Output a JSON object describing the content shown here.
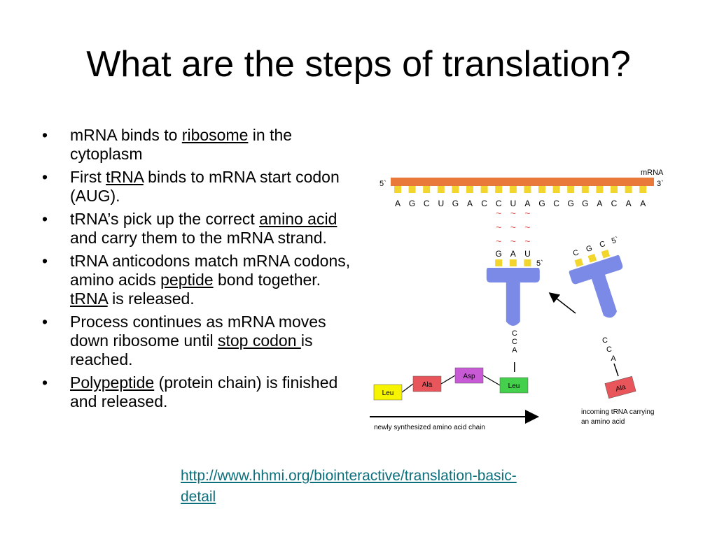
{
  "title": "What are the steps of translation?",
  "bullets": [
    {
      "parts": [
        {
          "text": "mRNA binds to ",
          "u": false
        },
        {
          "text": "ribosome",
          "u": true
        },
        {
          "text": " in the cytoplasm",
          "u": false
        }
      ]
    },
    {
      "parts": [
        {
          "text": "First ",
          "u": false
        },
        {
          "text": "tRNA",
          "u": true
        },
        {
          "text": " binds to mRNA start codon (AUG).",
          "u": false
        }
      ]
    },
    {
      "parts": [
        {
          "text": "tRNA’s pick up the correct ",
          "u": false
        },
        {
          "text": "amino acid ",
          "u": true
        },
        {
          "text": "and carry them to the mRNA strand.",
          "u": false
        }
      ]
    },
    {
      "parts": [
        {
          "text": "tRNA anticodons match mRNA codons, amino acids ",
          "u": false
        },
        {
          "text": "peptide",
          "u": true
        },
        {
          "text": " bond together.  ",
          "u": false
        },
        {
          "text": "tRNA",
          "u": true
        },
        {
          "text": " is released.",
          "u": false
        }
      ]
    },
    {
      "parts": [
        {
          "text": "Process continues as mRNA moves down ribosome until ",
          "u": false
        },
        {
          "text": "stop codon ",
          "u": true
        },
        {
          "text": "is reached.",
          "u": false
        }
      ]
    },
    {
      "parts": [
        {
          "text": "Polypeptide",
          "u": true
        },
        {
          "text": " (protein chain) is finished and released.",
          "u": false
        }
      ]
    }
  ],
  "bullet_glyph": "•",
  "link": "http://www.hhmi.org/biointeractive/translation-basic-detail",
  "diagram": {
    "mrna_label": "mRNA",
    "five_prime": "5`",
    "three_prime": "3`",
    "codon_sequence": [
      "A",
      "G",
      "C",
      "U",
      "G",
      "A",
      "C",
      "C",
      "U",
      "A",
      "G",
      "C",
      "G",
      "G",
      "A",
      "C",
      "A",
      "A"
    ],
    "bond_glyph": "~",
    "anticodon_bound": [
      "G",
      "A",
      "U"
    ],
    "bound_trna_five_prime": "5`",
    "bound_trna_tail": [
      "C",
      "C",
      "A"
    ],
    "incoming_anticodon": [
      "C",
      "G",
      "C"
    ],
    "incoming_five_prime": "5`",
    "incoming_tail": [
      "C",
      "C",
      "A"
    ],
    "chain": [
      {
        "label": "Leu",
        "color": "#f6f400"
      },
      {
        "label": "Ala",
        "color": "#e8555a"
      },
      {
        "label": "Asp",
        "color": "#c95ad6"
      },
      {
        "label": "Leu",
        "color": "#44d04c"
      }
    ],
    "incoming_amino_acid": {
      "label": "Ala",
      "color": "#e8555a"
    },
    "chain_caption": "newly synthesized amino acid chain",
    "incoming_caption_line1": "incoming tRNA carrying",
    "incoming_caption_line2": "an amino acid",
    "colors": {
      "mrna_strand": "#e8793a",
      "base_tick": "#f2d62e",
      "trna": "#7b8ae6",
      "bond": "#e05050"
    }
  }
}
